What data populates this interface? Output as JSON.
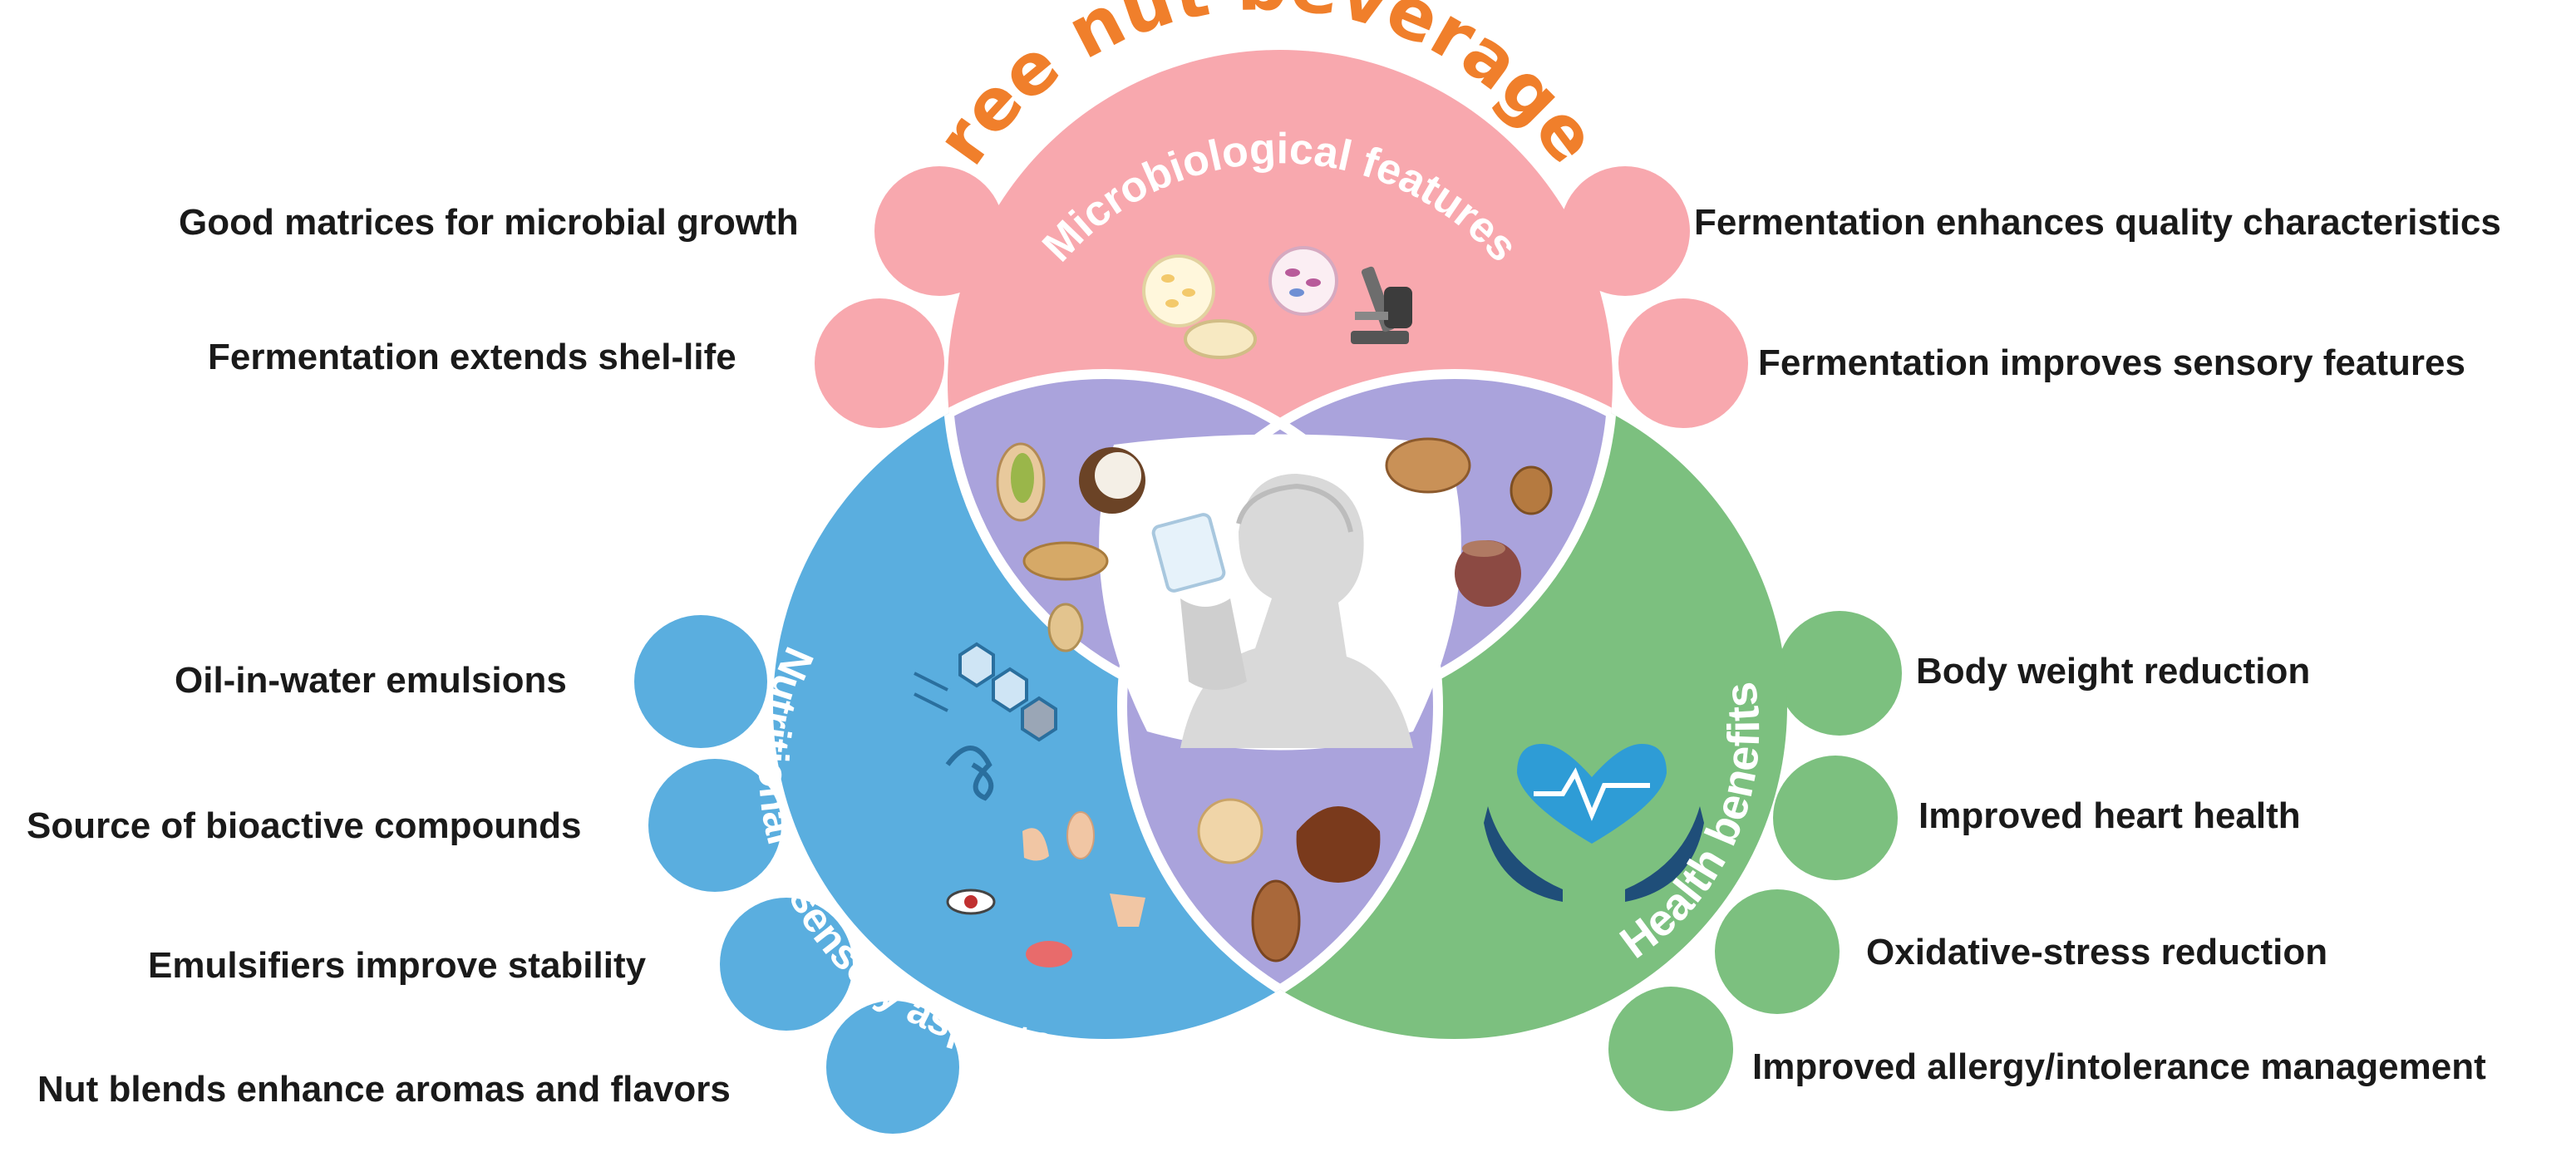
{
  "title": "Tree nut beverages",
  "sections": {
    "microbiological": "Microbiological features",
    "nutritional": "Nutritional & sensory aspects",
    "health": "Health benefits"
  },
  "left_top": [
    "Good matrices for microbial growth",
    "Fermentation extends shel-life"
  ],
  "right_top": [
    "Fermentation enhances quality characteristics",
    "Fermentation improves sensory features"
  ],
  "left_bottom": [
    "Oil-in-water emulsions",
    "Source of bioactive compounds",
    "Emulsifiers improve stability",
    "Nut blends enhance aromas and flavors"
  ],
  "right_bottom": [
    "Body weight reduction",
    "Improved heart health",
    "Oxidative-stress reduction",
    "Improved allergy/intolerance management"
  ],
  "colors": {
    "pink": "#f8a8ae",
    "blue": "#5aaedf",
    "green": "#7cc07f",
    "purple": "#aaa3dc",
    "title": "#f07f2b",
    "heart": "#2e9cd6",
    "hands": "#1f4e79"
  }
}
